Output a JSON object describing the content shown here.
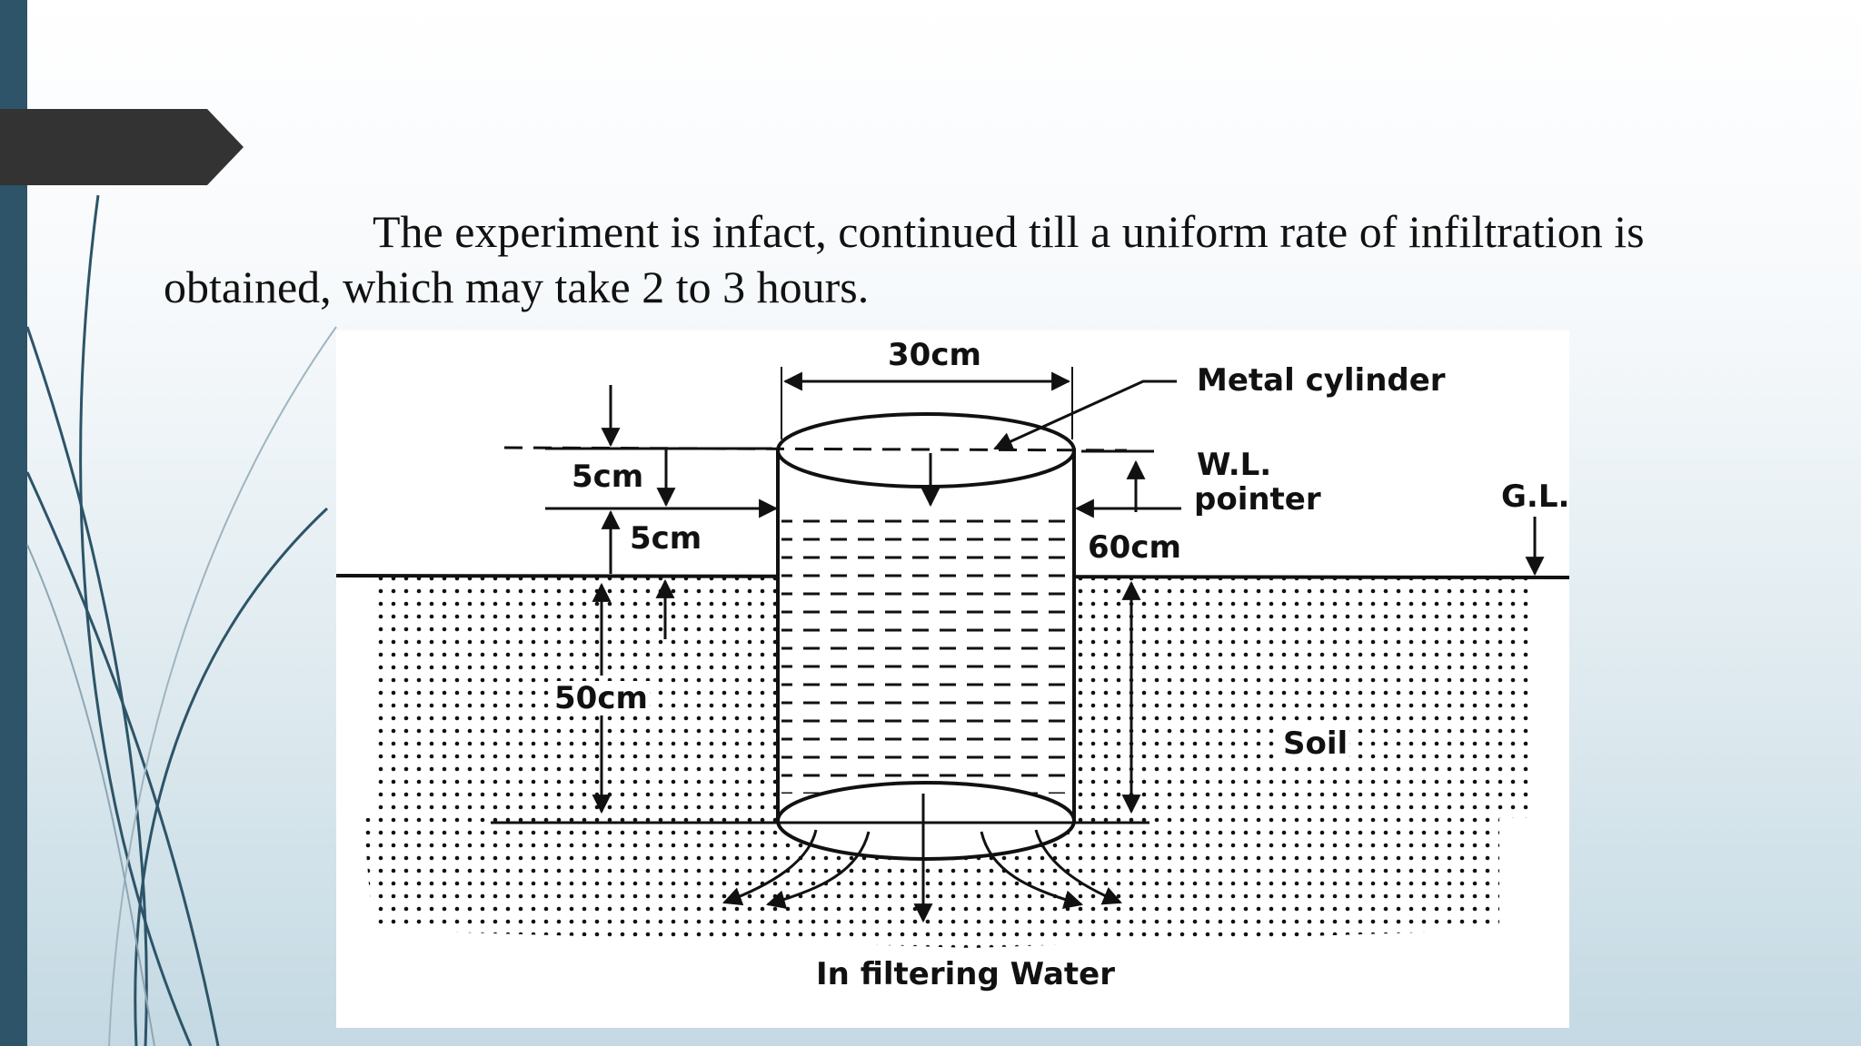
{
  "slide": {
    "paragraph": "The experiment is infact, continued till a uniform rate of infiltration is obtained, which may take 2 to 3 hours."
  },
  "diagram": {
    "labels": {
      "width_30cm": "30cm",
      "metal_cylinder": "Metal  cylinder",
      "wl_line1": "W.L.",
      "wl_line2": "pointer",
      "gl": "G.L.",
      "dim_5cm_top": "5cm",
      "dim_5cm_bottom": "5cm",
      "dim_60cm": "60cm",
      "dim_50cm": "50cm",
      "soil": "Soil",
      "infiltering_water": "In  filtering  Water"
    }
  },
  "colors": {
    "sidebar": "#2d5468",
    "tab": "#333333",
    "ink": "#111111"
  }
}
